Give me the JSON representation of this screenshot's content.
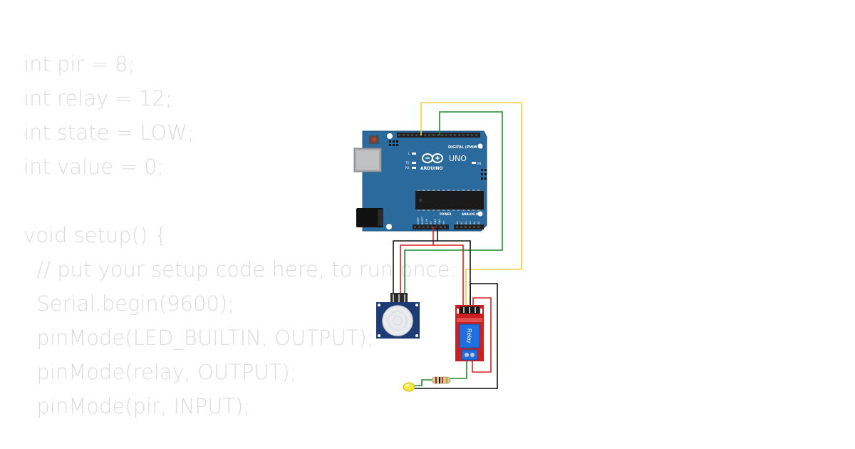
{
  "code_lines": [
    "int pir = 8;",
    "int relay = 12;",
    "int state = LOW;",
    "int value = 0;",
    "",
    "void setup() {",
    "  // put your setup code here, to run once:",
    "  Serial.begin(9600);",
    "  pinMode(LED_BUILTIN, OUTPUT);",
    "  pinMode(relay, OUTPUT);",
    "  pinMode(pir, INPUT);"
  ],
  "arduino": {
    "brand": "ARDUINO",
    "model": "UNO",
    "digital_header": "DIGITAL (PWM ~)",
    "power_header": "POWER",
    "analog_header": "ANALOG IN",
    "on_label": "ON",
    "led_labels": [
      "L",
      "TX",
      "RX"
    ],
    "power_pins": [
      "IOREF",
      "RESET",
      "3.3V",
      "5V",
      "GND",
      "GND",
      "Vin"
    ],
    "analog_pins": [
      "A0",
      "A1",
      "A2",
      "A3",
      "A4",
      "A5"
    ]
  },
  "relay_module": {
    "label": "Relay"
  },
  "colors": {
    "code_text": "#dcdcdc",
    "board": "#2a6a9c",
    "wire_yellow": "#f4d03f",
    "wire_green": "#1e8c2d",
    "wire_red": "#d62020",
    "wire_black": "#111111",
    "pir_board": "#1f3b73",
    "relay_board": "#cc1f1f",
    "led": "#f5e63c"
  }
}
